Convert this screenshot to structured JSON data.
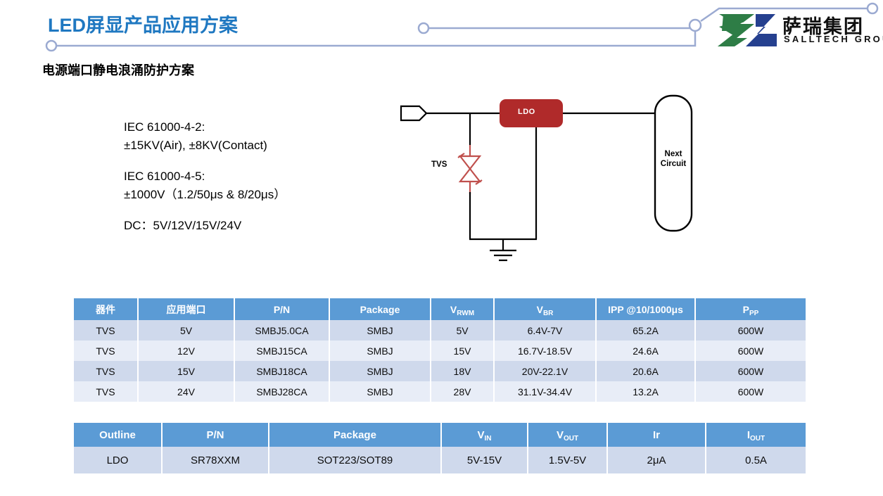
{
  "header": {
    "title": "LED屏显产品应用方案",
    "subtitle": "电源端口静电浪涌防护方案",
    "accent_color": "#1F78C1",
    "deco_color": "#9BAAD1"
  },
  "logo": {
    "name_cn": "萨瑞集团",
    "name_en": "SALLTECH GROUP",
    "mark_green": "#2E7D46",
    "mark_blue": "#25408F"
  },
  "spec": {
    "lines": [
      "IEC 61000-4-2:",
      "±15KV(Air), ±8KV(Contact)",
      "IEC 61000-4-5:",
      "±1000V（1.2/50μs & 8/20μs）",
      "DC：5V/12V/15V/24V"
    ]
  },
  "circuit": {
    "ldo_label": "LDO",
    "tvs_label": "TVS",
    "next_circuit_label": "Next\nCircuit",
    "next_circuit_line1": "Next",
    "next_circuit_line2": "Circuit",
    "ldo_color": "#B02A2A",
    "tvs_color": "#C0504D",
    "wire_color": "#000000"
  },
  "table_tvs": {
    "headers": [
      {
        "text": "器件",
        "sub": ""
      },
      {
        "text": "应用端口",
        "sub": ""
      },
      {
        "text": "P/N",
        "sub": ""
      },
      {
        "text": "Package",
        "sub": ""
      },
      {
        "text": "V",
        "sub": "RWM"
      },
      {
        "text": "V",
        "sub": "BR"
      },
      {
        "text": "IPP @10/1000μs",
        "sub": ""
      },
      {
        "text": "P",
        "sub": "PP"
      }
    ],
    "rows": [
      [
        "TVS",
        "5V",
        "SMBJ5.0CA",
        "SMBJ",
        "5V",
        "6.4V-7V",
        "65.2A",
        "600W"
      ],
      [
        "TVS",
        "12V",
        "SMBJ15CA",
        "SMBJ",
        "15V",
        "16.7V-18.5V",
        "24.6A",
        "600W"
      ],
      [
        "TVS",
        "15V",
        "SMBJ18CA",
        "SMBJ",
        "18V",
        "20V-22.1V",
        "20.6A",
        "600W"
      ],
      [
        "TVS",
        "24V",
        "SMBJ28CA",
        "SMBJ",
        "28V",
        "31.1V-34.4V",
        "13.2A",
        "600W"
      ]
    ]
  },
  "table_ldo": {
    "headers": [
      {
        "text": "Outline",
        "sub": ""
      },
      {
        "text": "P/N",
        "sub": ""
      },
      {
        "text": "Package",
        "sub": ""
      },
      {
        "text": "V",
        "sub": "IN"
      },
      {
        "text": "V",
        "sub": "OUT"
      },
      {
        "text": "Ir",
        "sub": ""
      },
      {
        "text": "I",
        "sub": "OUT"
      }
    ],
    "rows": [
      [
        "LDO",
        "SR78XXM",
        "SOT223/SOT89",
        "5V-15V",
        "1.5V-5V",
        "2μA",
        "0.5A"
      ]
    ]
  },
  "theme": {
    "header_fill": "#5B9BD5",
    "row_a": "#CFD9EC",
    "row_b": "#E8EDF7"
  }
}
